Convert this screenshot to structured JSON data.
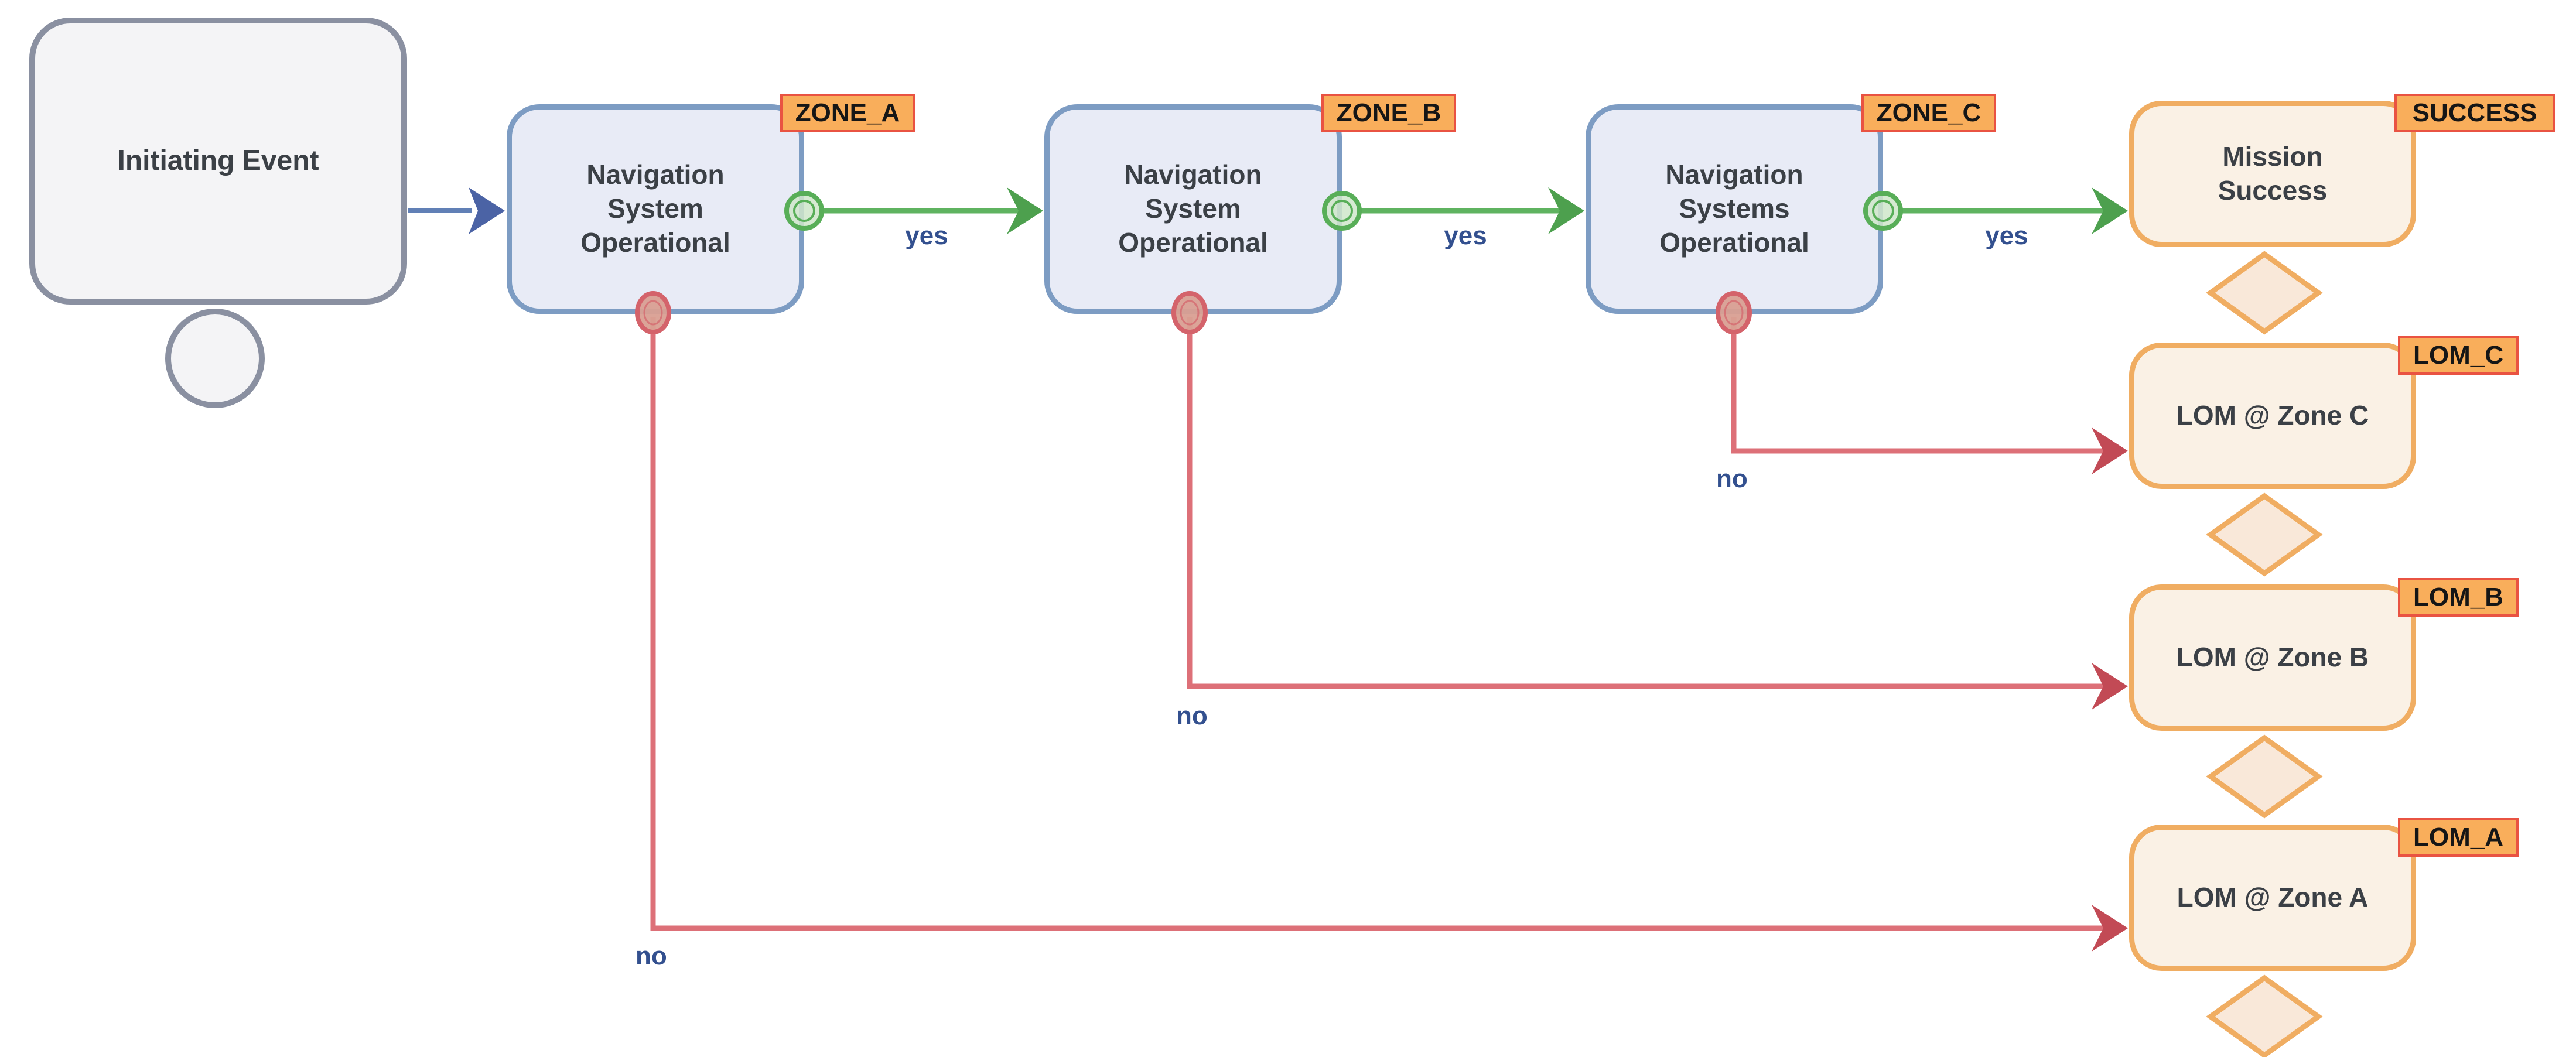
{
  "nodes": {
    "initiating": {
      "label": "Initiating Event"
    },
    "nav_a": {
      "label": "Navigation\nSystem\nOperational",
      "tag": "ZONE_A"
    },
    "nav_b": {
      "label": "Navigation\nSystem\nOperational",
      "tag": "ZONE_B"
    },
    "nav_c": {
      "label": "Navigation\nSystems\nOperational",
      "tag": "ZONE_C"
    },
    "success": {
      "label": "Mission\nSuccess",
      "tag": "SUCCESS"
    },
    "lom_c": {
      "label": "LOM @ Zone C",
      "tag": "LOM_C"
    },
    "lom_b": {
      "label": "LOM @ Zone B",
      "tag": "LOM_B"
    },
    "lom_a": {
      "label": "LOM @ Zone A",
      "tag": "LOM_A"
    }
  },
  "edges": {
    "yes_a": "yes",
    "yes_b": "yes",
    "yes_c": "yes",
    "no_a": "no",
    "no_b": "no",
    "no_c": "no"
  },
  "colors": {
    "canvas_bg": "#ffffff",
    "init_fill": "#f4f4f6",
    "init_border": "#8a90a1",
    "nav_fill": "#e8ebf6",
    "nav_border": "#7d9cc3",
    "end_fill": "#faf1e5",
    "end_border": "#f0ad62",
    "diamond_fill": "#f9e8d9",
    "tag_fill": "#f9ae5b",
    "tag_border": "#e95342",
    "tag_text": "#161616",
    "node_text": "#3b4046",
    "yes_no_text": "#33508f",
    "edge_blue": "#6180b6",
    "edge_blue_head": "#4b63a5",
    "edge_green": "#5fb360",
    "edge_green_head": "#4da04e",
    "edge_red": "#dd7078",
    "edge_red_head": "#c24a55",
    "port_green_stroke": "#58ae58",
    "port_green_fill": "#cfe6ca",
    "port_red_stroke": "#d4636b",
    "port_red_fill": "#d99f92"
  }
}
